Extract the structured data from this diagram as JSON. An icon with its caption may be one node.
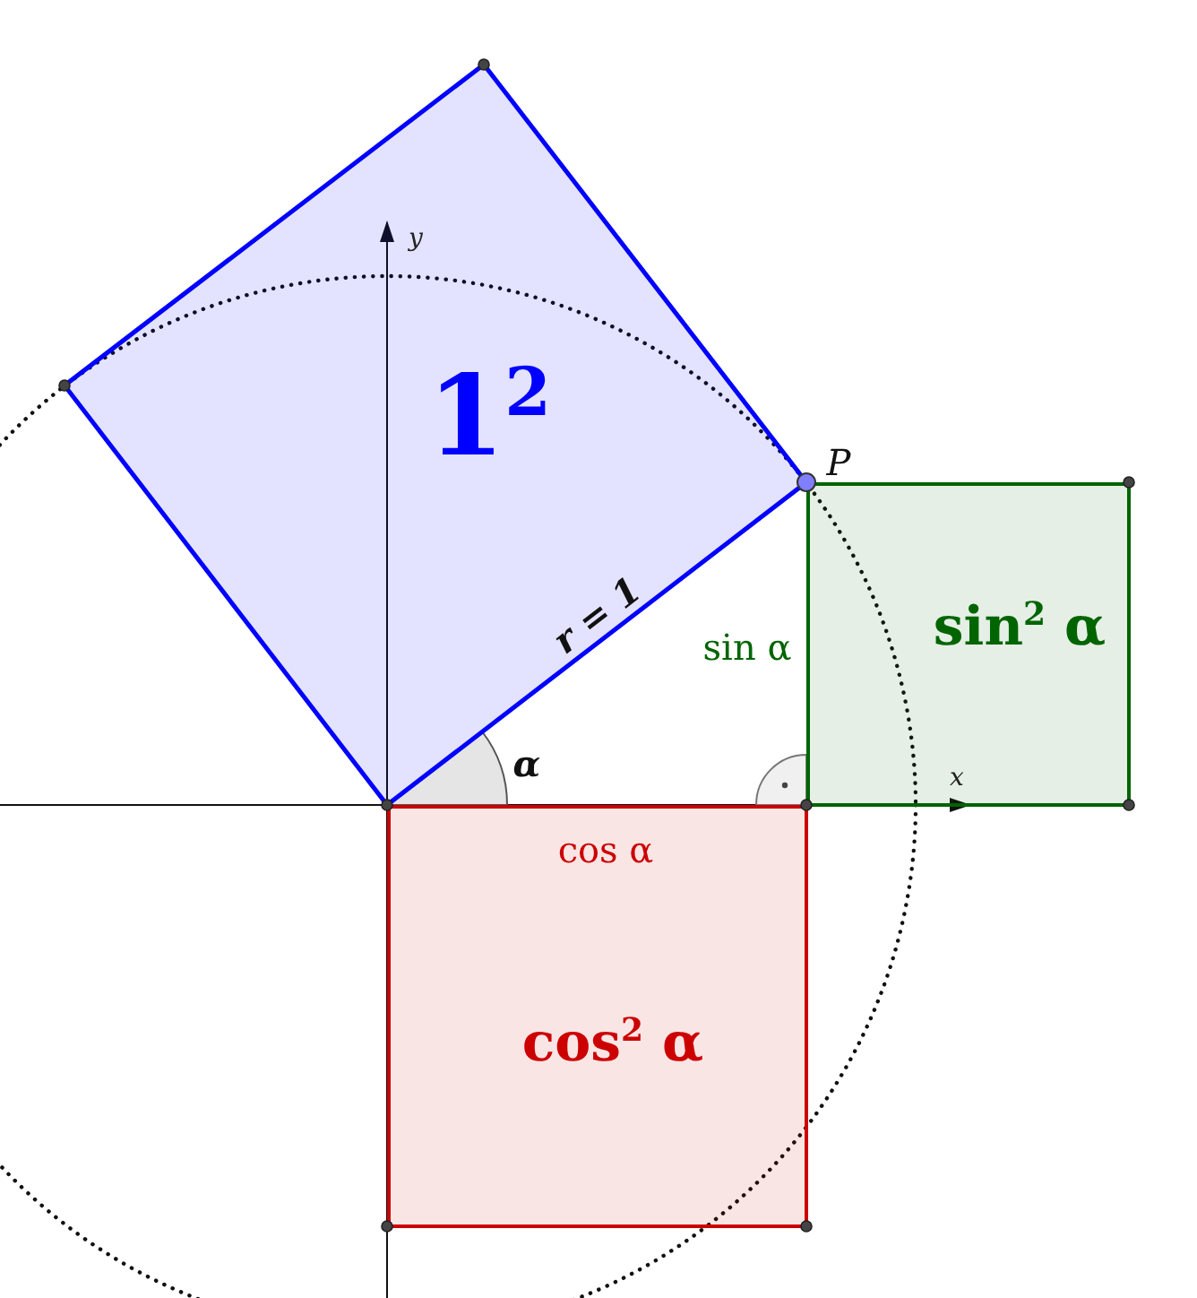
{
  "diagram": {
    "nodes": [
      {
        "text": [
          "1$^{2}$"
        ]
      },
      {
        "text": [
          "sin$^{2}$ α"
        ]
      },
      {
        "text": [
          "cos$^{2}$ α"
        ]
      }
    ],
    "labels": [
      "y",
      "P",
      "r = 1",
      "sin α",
      "α",
      "x",
      "cos α"
    ]
  }
}
